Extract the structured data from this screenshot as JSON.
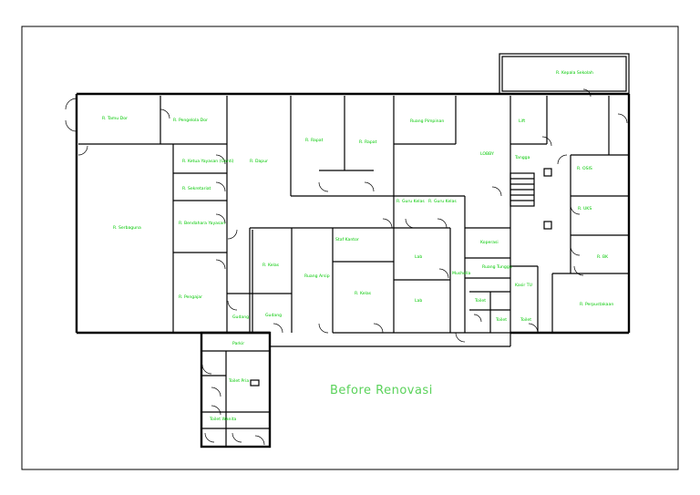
{
  "title": "Before Renovasi",
  "rooms": {
    "r_tamu": "R. Tamu Dor",
    "r_pengelola": "R. Pengelola Dor",
    "r_serbaguna": "R. Serbaguna",
    "r_ketua1": "R. Ketua Yayasan (Ganti)",
    "r_ketua2": "R. Sekretariat",
    "r_bendahara": "R. Bendahara Yayasan",
    "r_pengajar": "R. Pengajar",
    "r_dapur": "R. Dapur",
    "r_pimpinan": "Ruang Pimpinan",
    "r_rapat1": "R. Rapat",
    "r_rapat2": "R. Rapat",
    "r_arsip": "Ruang Arsip",
    "r_kelas_kiri": "R. Kelas",
    "r_kelas_kanan": "R. Kelas",
    "r_guru1": "R. Guru Kelas",
    "r_guru2": "R. Guru Kelas",
    "r_staf": "Staf Kantor",
    "r_lobby": "LOBBY",
    "r_osis": "R. OSIS",
    "r_lab": "Lab",
    "r_lab2": "Lab",
    "r_koperasi": "Koperasi",
    "r_gudang": "Gudang",
    "r_gudang2": "Gudang",
    "r_toilet1": "Toilet",
    "r_toilet2": "Toilet",
    "r_toilet3": "Toilet",
    "r_musholla": "Musholla",
    "r_uks": "R. UKS",
    "r_bk": "R. BK",
    "r_perpus": "R. Perpustakaan",
    "r_kepsek": "R. Kepala Sekolah",
    "r_tu": "Kasir TU",
    "r_ruang_tunggu": "Ruang Tunggu",
    "r_tangga": "Tangga",
    "r_toilet_pria": "Toilet Pria",
    "r_toilet_wanita": "Toilet Wanita",
    "r_parkir": "Parkir",
    "r_lift": "Lift"
  }
}
